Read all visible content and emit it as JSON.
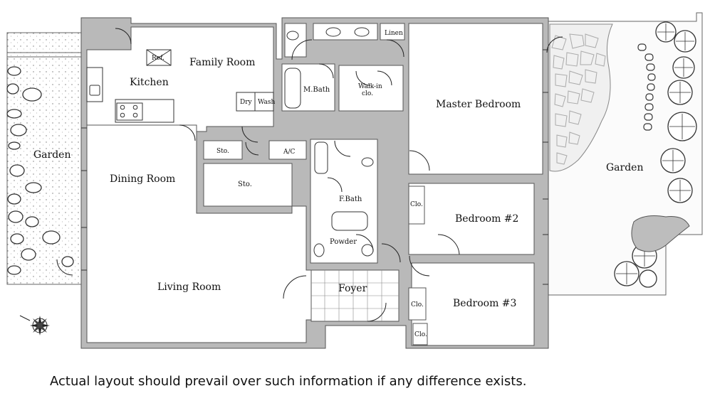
{
  "rooms": {
    "family_room": "Family Room",
    "kitchen": "Kitchen",
    "refrigerator": "Ref.",
    "dry": "Dry",
    "wash": "Wash",
    "master_bath": "M.Bath",
    "walk_in_closet_line1": "Walk-in",
    "walk_in_closet_line2": "clo.",
    "linen": "Linen",
    "master_bedroom": "Master  Bedroom",
    "storage_small": "Sto.",
    "storage_large": "Sto.",
    "air_conditioner": "A/C",
    "family_bath": "F.Bath",
    "powder_room": "Powder",
    "dining_room": "Dining  Room",
    "living_room": "Living Room",
    "foyer": "Foyer",
    "bedroom_2": "Bedroom  #2",
    "bedroom_3": "Bedroom  #3",
    "closet_bedroom_2": "Clo.",
    "closet_bedroom_3a": "Clo.",
    "closet_bedroom_3b": "Clo.",
    "garden_left": "Garden",
    "garden_right": "Garden"
  },
  "disclaimer": "Actual layout should prevail over such information if any difference exists.",
  "colors": {
    "wall": "#b9b9b9",
    "wall_outline": "#555555",
    "garden_fill": "#f7f7f7"
  },
  "icons": {
    "compass": "compass-rose-icon"
  }
}
